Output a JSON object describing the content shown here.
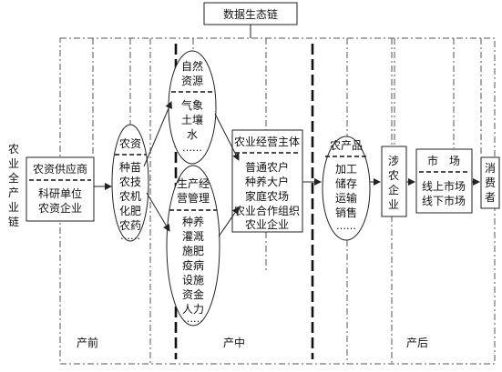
{
  "title": "数据生态链",
  "side_label": "农业全产业链",
  "supply": {
    "head": "农资供应商",
    "body": [
      "科研单位",
      "农资企业"
    ]
  },
  "agri_input": {
    "head": "农资",
    "items": [
      "种苗",
      "农技",
      "农机",
      "化肥",
      "农药",
      "……"
    ]
  },
  "nature": {
    "head": [
      "自然",
      "资源"
    ],
    "items": [
      "气象",
      "土壤",
      "水",
      "……"
    ]
  },
  "production": {
    "head": [
      "生产经",
      "营管理"
    ],
    "items": [
      "种养",
      "灌溉",
      "施肥",
      "疫病",
      "设施",
      "资金",
      "人力",
      "……"
    ]
  },
  "operator": {
    "head": "农业经营主体",
    "items": [
      "普通农户",
      "种养大户",
      "家庭农场",
      "农业合作组织",
      "农业企业"
    ]
  },
  "product": {
    "head": "农产品",
    "items": [
      "加工",
      "储存",
      "运输",
      "销售",
      "……"
    ]
  },
  "related": {
    "label": [
      "涉",
      "农",
      "企",
      "业"
    ]
  },
  "market": {
    "head": "市　场",
    "items": [
      "线上市场",
      "线下市场"
    ]
  },
  "consumer": {
    "label": [
      "消",
      "费",
      "者"
    ]
  },
  "stages": {
    "pre": "产前",
    "mid": "产中",
    "post": "产后"
  }
}
